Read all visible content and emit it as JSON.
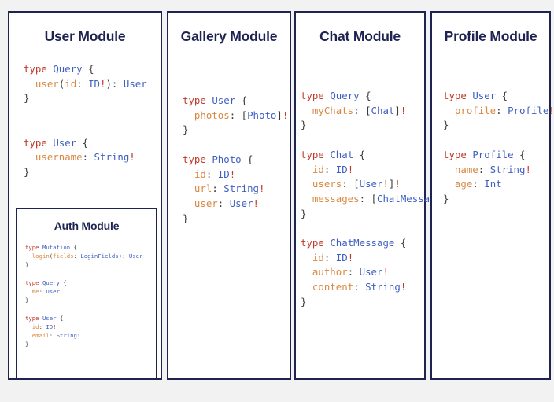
{
  "canvas": {
    "background_color": "#f2f2f2",
    "card_background": "#ffffff",
    "card_border_color": "#1f2352",
    "title_color": "#1f2352"
  },
  "syntax_colors": {
    "keyword": "#c0392b",
    "type_name": "#3f5fc0",
    "field_name": "#d98841",
    "punctuation": "#3b3b3b",
    "non_null": "#c0392b"
  },
  "modules": {
    "user": {
      "title": "User Module",
      "code_lines": [
        [
          {
            "t": "type ",
            "c": "kw"
          },
          {
            "t": "Query",
            "c": "type"
          },
          {
            "t": " {",
            "c": "punc"
          }
        ],
        [
          {
            "t": "  user",
            "c": "field"
          },
          {
            "t": "(",
            "c": "punc"
          },
          {
            "t": "id",
            "c": "field"
          },
          {
            "t": ": ",
            "c": "punc"
          },
          {
            "t": "ID",
            "c": "type"
          },
          {
            "t": "!",
            "c": "bang"
          },
          {
            "t": "): ",
            "c": "punc"
          },
          {
            "t": "User",
            "c": "type"
          }
        ],
        [
          {
            "t": "}",
            "c": "punc"
          }
        ],
        [
          {
            "t": "",
            "c": "punc"
          }
        ],
        [
          {
            "t": "",
            "c": "punc"
          }
        ],
        [
          {
            "t": "type ",
            "c": "kw"
          },
          {
            "t": "User",
            "c": "type"
          },
          {
            "t": " {",
            "c": "punc"
          }
        ],
        [
          {
            "t": "  username",
            "c": "field"
          },
          {
            "t": ": ",
            "c": "punc"
          },
          {
            "t": "String",
            "c": "type"
          },
          {
            "t": "!",
            "c": "bang"
          }
        ],
        [
          {
            "t": "}",
            "c": "punc"
          }
        ]
      ]
    },
    "auth": {
      "title": "Auth Module",
      "code_lines": [
        [
          {
            "t": "type ",
            "c": "kw"
          },
          {
            "t": "Mutation",
            "c": "type"
          },
          {
            "t": " {",
            "c": "punc"
          }
        ],
        [
          {
            "t": "  login",
            "c": "field"
          },
          {
            "t": "(",
            "c": "punc"
          },
          {
            "t": "fields",
            "c": "field"
          },
          {
            "t": ": ",
            "c": "punc"
          },
          {
            "t": "LoginFields",
            "c": "type"
          },
          {
            "t": "): ",
            "c": "punc"
          },
          {
            "t": "User",
            "c": "type"
          }
        ],
        [
          {
            "t": "}",
            "c": "punc"
          }
        ],
        [
          {
            "t": "",
            "c": "punc"
          }
        ],
        [
          {
            "t": "type ",
            "c": "kw"
          },
          {
            "t": "Query",
            "c": "type"
          },
          {
            "t": " {",
            "c": "punc"
          }
        ],
        [
          {
            "t": "  me",
            "c": "field"
          },
          {
            "t": ": ",
            "c": "punc"
          },
          {
            "t": "User",
            "c": "type"
          }
        ],
        [
          {
            "t": "}",
            "c": "punc"
          }
        ],
        [
          {
            "t": "",
            "c": "punc"
          }
        ],
        [
          {
            "t": "type ",
            "c": "kw"
          },
          {
            "t": "User",
            "c": "type"
          },
          {
            "t": " {",
            "c": "punc"
          }
        ],
        [
          {
            "t": "  id",
            "c": "field"
          },
          {
            "t": ": ",
            "c": "punc"
          },
          {
            "t": "ID",
            "c": "type"
          },
          {
            "t": "!",
            "c": "bang"
          }
        ],
        [
          {
            "t": "  email",
            "c": "field"
          },
          {
            "t": ": ",
            "c": "punc"
          },
          {
            "t": "String",
            "c": "type"
          },
          {
            "t": "!",
            "c": "bang"
          }
        ],
        [
          {
            "t": "}",
            "c": "punc"
          }
        ]
      ]
    },
    "gallery": {
      "title": "Gallery Module",
      "code_lines": [
        [
          {
            "t": "type ",
            "c": "kw"
          },
          {
            "t": "User",
            "c": "type"
          },
          {
            "t": " {",
            "c": "punc"
          }
        ],
        [
          {
            "t": "  photos",
            "c": "field"
          },
          {
            "t": ": ",
            "c": "punc"
          },
          {
            "t": "[",
            "c": "punc"
          },
          {
            "t": "Photo",
            "c": "type"
          },
          {
            "t": "]",
            "c": "punc"
          },
          {
            "t": "!",
            "c": "bang"
          }
        ],
        [
          {
            "t": "}",
            "c": "punc"
          }
        ],
        [
          {
            "t": "",
            "c": "punc"
          }
        ],
        [
          {
            "t": "type ",
            "c": "kw"
          },
          {
            "t": "Photo",
            "c": "type"
          },
          {
            "t": " {",
            "c": "punc"
          }
        ],
        [
          {
            "t": "  id",
            "c": "field"
          },
          {
            "t": ": ",
            "c": "punc"
          },
          {
            "t": "ID",
            "c": "type"
          },
          {
            "t": "!",
            "c": "bang"
          }
        ],
        [
          {
            "t": "  url",
            "c": "field"
          },
          {
            "t": ": ",
            "c": "punc"
          },
          {
            "t": "String",
            "c": "type"
          },
          {
            "t": "!",
            "c": "bang"
          }
        ],
        [
          {
            "t": "  user",
            "c": "field"
          },
          {
            "t": ": ",
            "c": "punc"
          },
          {
            "t": "User",
            "c": "type"
          },
          {
            "t": "!",
            "c": "bang"
          }
        ],
        [
          {
            "t": "}",
            "c": "punc"
          }
        ]
      ]
    },
    "chat": {
      "title": "Chat Module",
      "code_lines": [
        [
          {
            "t": "type ",
            "c": "kw"
          },
          {
            "t": "Query",
            "c": "type"
          },
          {
            "t": " {",
            "c": "punc"
          }
        ],
        [
          {
            "t": "  myChats",
            "c": "field"
          },
          {
            "t": ": ",
            "c": "punc"
          },
          {
            "t": "[",
            "c": "punc"
          },
          {
            "t": "Chat",
            "c": "type"
          },
          {
            "t": "]",
            "c": "punc"
          },
          {
            "t": "!",
            "c": "bang"
          }
        ],
        [
          {
            "t": "}",
            "c": "punc"
          }
        ],
        [
          {
            "t": "",
            "c": "punc"
          }
        ],
        [
          {
            "t": "type ",
            "c": "kw"
          },
          {
            "t": "Chat",
            "c": "type"
          },
          {
            "t": " {",
            "c": "punc"
          }
        ],
        [
          {
            "t": "  id",
            "c": "field"
          },
          {
            "t": ": ",
            "c": "punc"
          },
          {
            "t": "ID",
            "c": "type"
          },
          {
            "t": "!",
            "c": "bang"
          }
        ],
        [
          {
            "t": "  users",
            "c": "field"
          },
          {
            "t": ": ",
            "c": "punc"
          },
          {
            "t": "[",
            "c": "punc"
          },
          {
            "t": "User",
            "c": "type"
          },
          {
            "t": "!",
            "c": "bang"
          },
          {
            "t": "]",
            "c": "punc"
          },
          {
            "t": "!",
            "c": "bang"
          }
        ],
        [
          {
            "t": "  messages",
            "c": "field"
          },
          {
            "t": ": ",
            "c": "punc"
          },
          {
            "t": "[",
            "c": "punc"
          },
          {
            "t": "ChatMessage",
            "c": "type"
          },
          {
            "t": "]",
            "c": "punc"
          },
          {
            "t": "!",
            "c": "bang"
          }
        ],
        [
          {
            "t": "}",
            "c": "punc"
          }
        ],
        [
          {
            "t": "",
            "c": "punc"
          }
        ],
        [
          {
            "t": "type ",
            "c": "kw"
          },
          {
            "t": "ChatMessage",
            "c": "type"
          },
          {
            "t": " {",
            "c": "punc"
          }
        ],
        [
          {
            "t": "  id",
            "c": "field"
          },
          {
            "t": ": ",
            "c": "punc"
          },
          {
            "t": "ID",
            "c": "type"
          },
          {
            "t": "!",
            "c": "bang"
          }
        ],
        [
          {
            "t": "  author",
            "c": "field"
          },
          {
            "t": ": ",
            "c": "punc"
          },
          {
            "t": "User",
            "c": "type"
          },
          {
            "t": "!",
            "c": "bang"
          }
        ],
        [
          {
            "t": "  content",
            "c": "field"
          },
          {
            "t": ": ",
            "c": "punc"
          },
          {
            "t": "String",
            "c": "type"
          },
          {
            "t": "!",
            "c": "bang"
          }
        ],
        [
          {
            "t": "}",
            "c": "punc"
          }
        ]
      ]
    },
    "profile": {
      "title": "Profile Module",
      "code_lines": [
        [
          {
            "t": "type ",
            "c": "kw"
          },
          {
            "t": "User",
            "c": "type"
          },
          {
            "t": " {",
            "c": "punc"
          }
        ],
        [
          {
            "t": "  profile",
            "c": "field"
          },
          {
            "t": ": ",
            "c": "punc"
          },
          {
            "t": "Profile",
            "c": "type"
          },
          {
            "t": "!",
            "c": "bang"
          }
        ],
        [
          {
            "t": "}",
            "c": "punc"
          }
        ],
        [
          {
            "t": "",
            "c": "punc"
          }
        ],
        [
          {
            "t": "type ",
            "c": "kw"
          },
          {
            "t": "Profile",
            "c": "type"
          },
          {
            "t": " {",
            "c": "punc"
          }
        ],
        [
          {
            "t": "  name",
            "c": "field"
          },
          {
            "t": ": ",
            "c": "punc"
          },
          {
            "t": "String",
            "c": "type"
          },
          {
            "t": "!",
            "c": "bang"
          }
        ],
        [
          {
            "t": "  age",
            "c": "field"
          },
          {
            "t": ": ",
            "c": "punc"
          },
          {
            "t": "Int",
            "c": "type"
          }
        ],
        [
          {
            "t": "}",
            "c": "punc"
          }
        ]
      ]
    }
  }
}
